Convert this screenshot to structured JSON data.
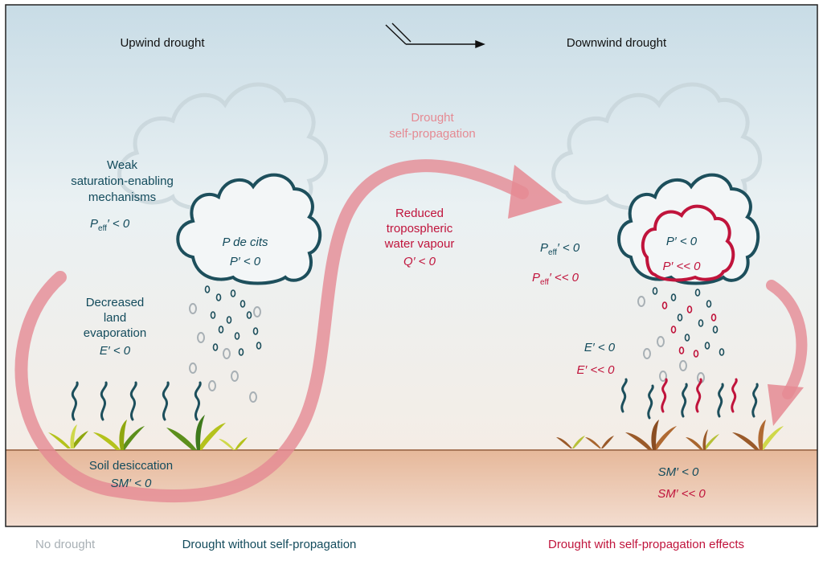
{
  "header": {
    "upwind": "Upwind drought",
    "downwind": "Downwind drought"
  },
  "center": {
    "propagation_line1": "Drought",
    "propagation_line2": "self-propagation",
    "vapour_line1": "Reduced",
    "vapour_line2": "tropospheric",
    "vapour_line3": "water vapour",
    "vapour_value": "Q′ < 0"
  },
  "upwind": {
    "weak_line1": "Weak",
    "weak_line2": "saturation-enabling",
    "weak_line3": "mechanisms",
    "peff": "P",
    "peff_sub": "eff",
    "peff_rel": "′ < 0",
    "cloud_line1": "P de  cits",
    "cloud_line2": "P′ < 0",
    "evap_line1": "Decreased",
    "evap_line2": "land",
    "evap_line3": "evaporation",
    "evap_value": "E′ < 0",
    "soil_line1": "Soil desiccation",
    "soil_value": "SM′ < 0"
  },
  "downwind": {
    "peff_a": "P",
    "peff_a_sub": "eff",
    "peff_a_rel": "′ < 0",
    "peff_b": "P",
    "peff_b_sub": "eff",
    "peff_b_rel": "′ << 0",
    "cloud_line1": "P′ < 0",
    "cloud_line2": "P′ << 0",
    "evap_a": "E′ < 0",
    "evap_b": "E′ << 0",
    "soil_a": "SM′ < 0",
    "soil_b": "SM′ << 0"
  },
  "legend": {
    "no_drought": "No drought",
    "without": "Drought without self-propagation",
    "with": "Drought with self-propagation effects"
  },
  "colors": {
    "teal": "#134b5c",
    "red": "#c0143c",
    "pink": "#e58a93",
    "grey": "#a8b0b5"
  }
}
